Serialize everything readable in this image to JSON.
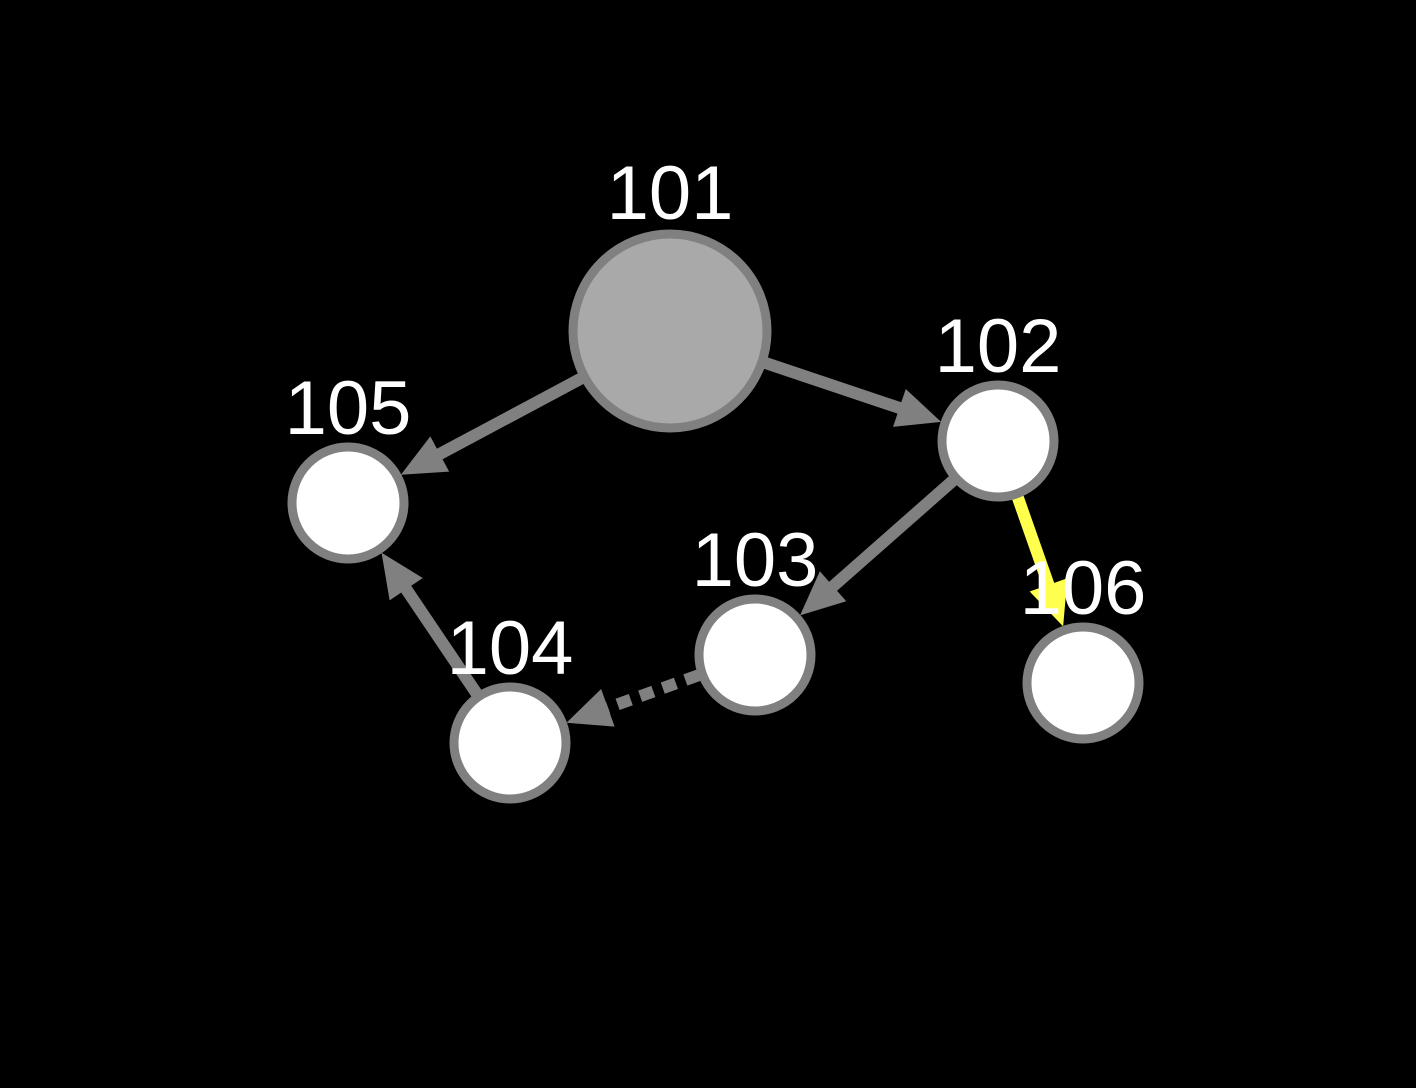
{
  "colors": {
    "background": "#000000",
    "node_fill": "#ffffff",
    "root_fill": "#a9a9a9",
    "node_stroke": "#808080",
    "edge": "#808080",
    "highlight_edge": "#ffff4d",
    "label": "#ffffff"
  },
  "nodes": [
    {
      "id": "101",
      "label": "101",
      "root": true
    },
    {
      "id": "102",
      "label": "102"
    },
    {
      "id": "103",
      "label": "103"
    },
    {
      "id": "104",
      "label": "104"
    },
    {
      "id": "105",
      "label": "105"
    },
    {
      "id": "106",
      "label": "106"
    }
  ],
  "edges": [
    {
      "from": "101",
      "to": "105",
      "style": "solid",
      "color": "gray"
    },
    {
      "from": "101",
      "to": "102",
      "style": "solid",
      "color": "gray"
    },
    {
      "from": "102",
      "to": "103",
      "style": "solid",
      "color": "gray"
    },
    {
      "from": "102",
      "to": "106",
      "style": "solid",
      "color": "yellow"
    },
    {
      "from": "103",
      "to": "104",
      "style": "dashed",
      "color": "gray"
    },
    {
      "from": "104",
      "to": "105",
      "style": "solid",
      "color": "gray"
    }
  ]
}
